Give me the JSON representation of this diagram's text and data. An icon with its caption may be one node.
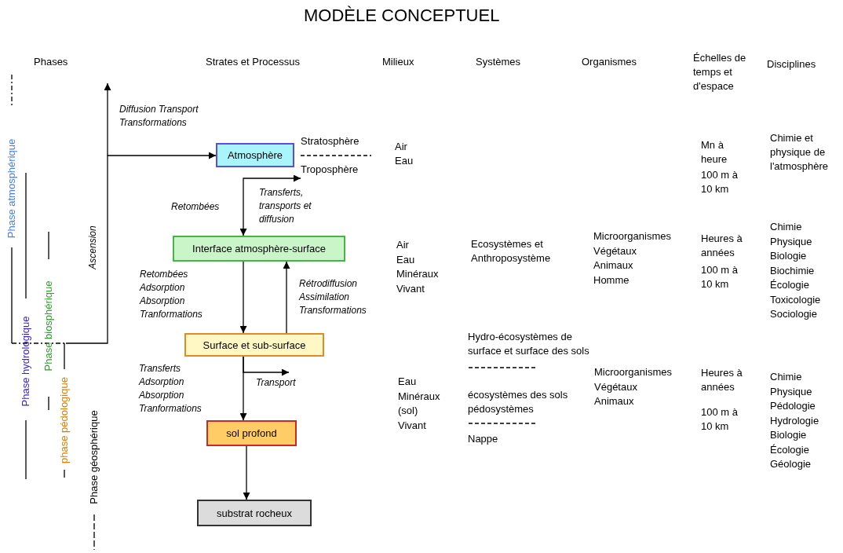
{
  "diagram": {
    "title": "MODÈLE CONCEPTUEL",
    "nodes": [
      {
        "text": [
          "Atmosphère"
        ]
      },
      {
        "text": [
          "Interface atmosphère-surface"
        ]
      },
      {
        "text": [
          "Surface et sub-surface"
        ]
      },
      {
        "text": [
          "sol profond"
        ]
      },
      {
        "text": [
          "substrat rocheux"
        ]
      },
      {
        "text": [
          "Stratosphère"
        ]
      },
      {
        "text": [
          "Troposphère"
        ]
      }
    ],
    "edges": [
      {
        "from": null,
        "to": 0,
        "arrow": "to",
        "label": "Diffusion Transport Transformations"
      },
      {
        "from": 1,
        "to": 6,
        "arrow": "both",
        "label": "Transferts, transports et diffusion"
      },
      {
        "from": 1,
        "to": 2,
        "arrow": "to",
        "label": "Retombées Adsorption Absorption Tranformations"
      },
      {
        "from": 2,
        "to": 1,
        "arrow": "to",
        "label": "Rétrodiffusion Assimilation Transformations"
      },
      {
        "from": 2,
        "to": 3,
        "arrow": "to",
        "label": "Transferts Adsorption Absorption Tranformations"
      },
      {
        "from": 2,
        "to": null,
        "arrow": "to",
        "label": "Transport"
      },
      {
        "from": 3,
        "to": 4,
        "arrow": "to"
      }
    ],
    "labels": [
      "Phases",
      "Strates et Processus",
      "Milieux",
      "Systèmes",
      "Organismes",
      "Échelles de temps et d'espace",
      "Disciplines",
      "Phase atmosphérique",
      "Retombées",
      "Air",
      "Eau",
      "Mn à heure",
      "100 m à 10 km",
      "Chimie et physique de l'atmosphère",
      "Ascension",
      "Phase biosphérique",
      "Air",
      "Eau",
      "Minéraux",
      "Vivant",
      "Ecosystèmes et Anthroposystème",
      "Microorganismes",
      "Végétaux",
      "Animaux",
      "Homme",
      "Heures à années",
      "100 m à 10 km",
      "Chimie",
      "Physique",
      "Biologie",
      "Biochimie",
      "Écologie",
      "Toxicologie",
      "Sociologie",
      "Phase hydrologique",
      "Hydro-écosystèmes de surface et surface des sols",
      "phase pédologique",
      "Microorganismes",
      "Végétaux",
      "Animaux",
      "Heures à années",
      "100 m à 10 km",
      "Chimie",
      "Physique",
      "Pédologie",
      "Hydrologie",
      "Biologie",
      "Écologie",
      "Géologie",
      "Eau",
      "Minéraux",
      "(sol)",
      "Vivant",
      "écosystèmes des sols pédosystèmes",
      "Nappe",
      "Phase géosphérique"
    ]
  }
}
